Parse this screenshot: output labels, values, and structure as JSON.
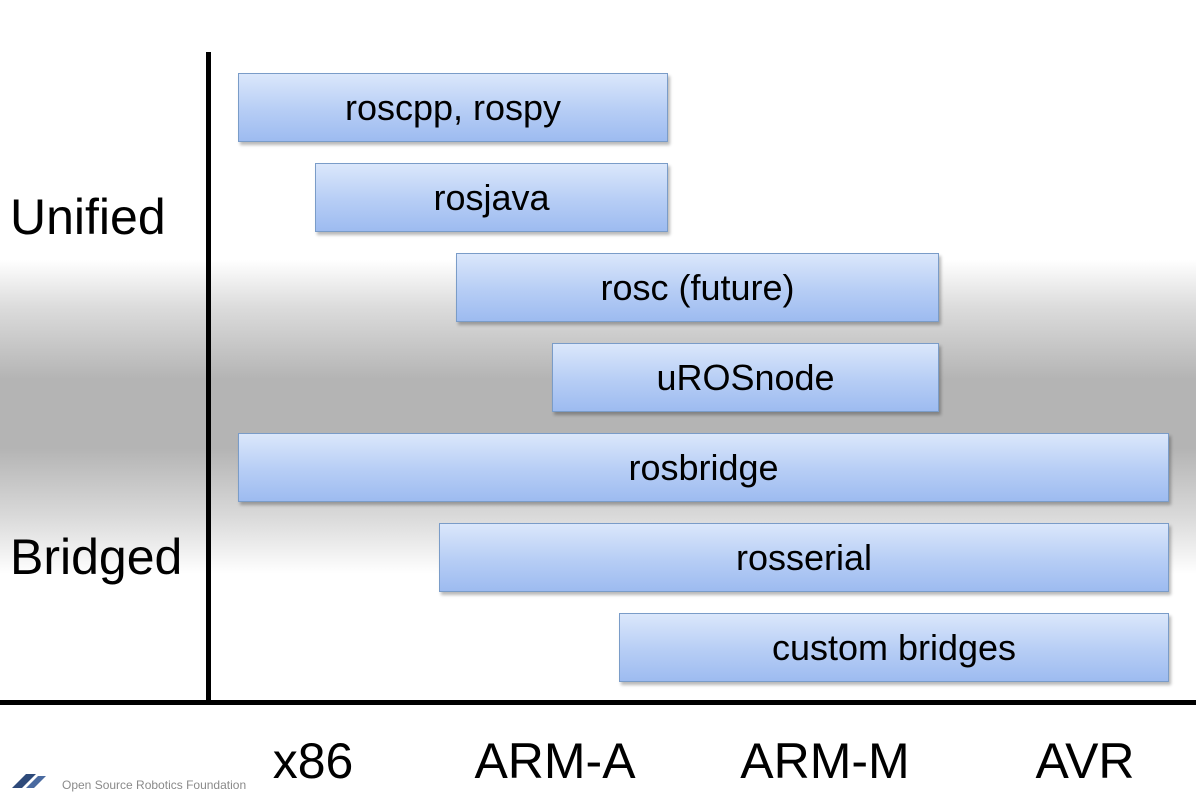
{
  "y_labels": {
    "unified": "Unified",
    "bridged": "Bridged"
  },
  "x_labels": [
    "x86",
    "ARM-A",
    "ARM-M",
    "AVR"
  ],
  "bars": [
    {
      "label": "roscpp, rospy"
    },
    {
      "label": "rosjava"
    },
    {
      "label": "rosc (future)"
    },
    {
      "label": "uROSnode"
    },
    {
      "label": "rosbridge"
    },
    {
      "label": "rosserial"
    },
    {
      "label": "custom bridges"
    }
  ],
  "footer": {
    "logo_text": "Open Source Robotics Foundation"
  },
  "colors": {
    "bar_top": "#dbe7fb",
    "bar_bottom": "#9dbbf0",
    "bar_border": "#7a9cc8",
    "band": "#b4b4b4"
  }
}
